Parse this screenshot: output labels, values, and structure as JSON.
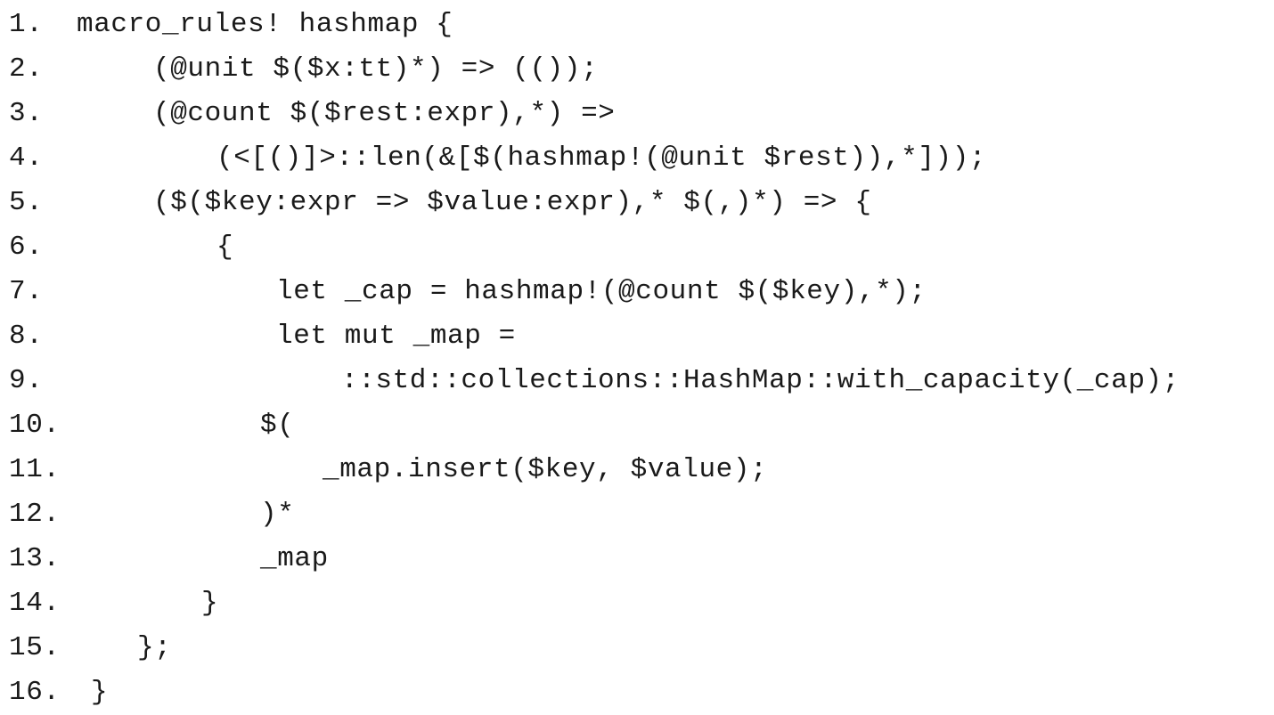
{
  "code": {
    "language": "rust",
    "lines": [
      {
        "num": "1.",
        "text": "macro_rules! hashmap {"
      },
      {
        "num": "2.",
        "text": "(@unit $($x:tt)*) => (());"
      },
      {
        "num": "3.",
        "text": "(@count $($rest:expr),*) =>"
      },
      {
        "num": "4.",
        "text": "(<[()]>::len(&[$(hashmap!(@unit $rest)),*]));"
      },
      {
        "num": "5.",
        "text": "($($key:expr => $value:expr),* $(,)*) => {"
      },
      {
        "num": "6.",
        "text": "{"
      },
      {
        "num": "7.",
        "text": "let _cap = hashmap!(@count $($key),*);"
      },
      {
        "num": "8.",
        "text": "let mut _map ="
      },
      {
        "num": "9.",
        "text": "::std::collections::HashMap::with_capacity(_cap);"
      },
      {
        "num": "10.",
        "text": "$("
      },
      {
        "num": "11.",
        "text": "_map.insert($key, $value);"
      },
      {
        "num": "12.",
        "text": ")*"
      },
      {
        "num": "13.",
        "text": "_map"
      },
      {
        "num": "14.",
        "text": "}"
      },
      {
        "num": "15.",
        "text": "};"
      },
      {
        "num": "16.",
        "text": "}"
      }
    ]
  }
}
